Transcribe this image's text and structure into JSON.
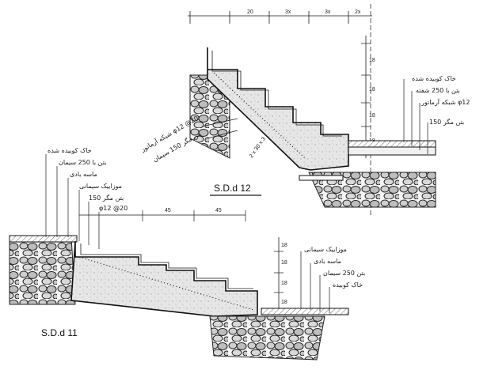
{
  "sections": [
    {
      "title": "S.D.d 12",
      "dimensions_top": [
        "20",
        "3x",
        "3x",
        "2x"
      ],
      "dimensions_side": [
        "18",
        "18",
        "18",
        "18"
      ],
      "dimension_diag": "2 x 30 x 3",
      "notes_right": [
        "خاک کوبیده شده",
        "بتن با 250 شفته",
        "شبکه آرماتور φ12",
        "بتن مگر 150"
      ],
      "notes_left": [
        "شبکه آرماتور φ12 @20",
        "بتن مگر 150 سیمان"
      ]
    },
    {
      "title": "S.D.d 11",
      "dimensions_top": [
        "45",
        "45"
      ],
      "dimensions_side": [
        "18",
        "18",
        "18",
        "18"
      ],
      "notes_left": [
        "خاک کوبیده شده",
        "بتن با 250 سیمان",
        "ماسه بادی",
        "موزاییک سیمانی",
        "بتن مگر 150",
        "φ12 @20"
      ],
      "notes_right": [
        "موزاییک سیمانی",
        "ماسه بادی",
        "بتن 250 سیمان",
        "خاک کوبیده"
      ]
    }
  ]
}
